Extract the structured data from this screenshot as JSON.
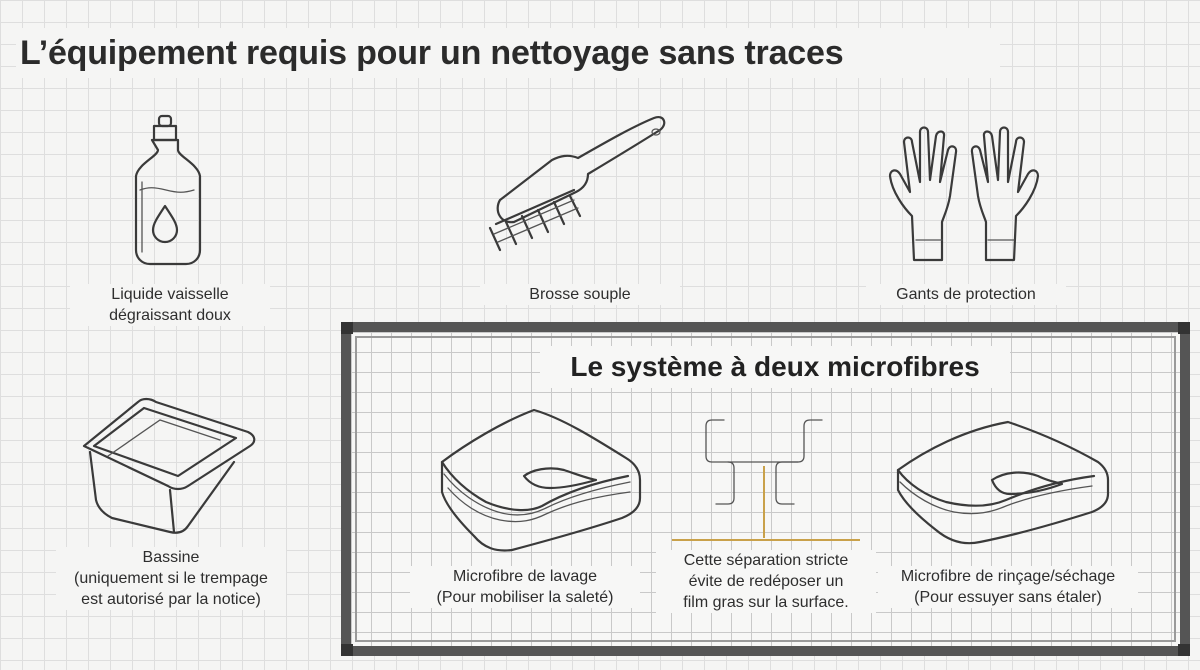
{
  "title": "L’équipement requis pour un nettoyage sans traces",
  "items": {
    "detergent": {
      "line1": "Liquide vaisselle",
      "line2": "dégraissant doux"
    },
    "brush": {
      "label": "Brosse souple"
    },
    "gloves": {
      "label": "Gants de protection"
    },
    "basin": {
      "line1": "Bassine",
      "line2": "(uniquement si le trempage",
      "line3": "est autorisé par la notice)"
    }
  },
  "system": {
    "title": "Le système à deux microfibres",
    "wash": {
      "line1": "Microfibre de lavage",
      "line2": "(Pour mobiliser la saleté)"
    },
    "separator": {
      "line1": "Cette séparation stricte",
      "line2": "évite de redéposer un",
      "line3": "film gras sur la surface."
    },
    "rinse": {
      "line1": "Microfibre de rinçage/séchage",
      "line2": "(Pour essuyer sans étaler)"
    }
  },
  "colors": {
    "accent_line": "#c9a14a",
    "frame": "#555555",
    "text": "#2a2a2a"
  },
  "icons": [
    "detergent-bottle-icon",
    "scrub-brush-icon",
    "rubber-gloves-icon",
    "basin-icon",
    "folded-microfiber-icon",
    "separation-bracket-icon"
  ]
}
